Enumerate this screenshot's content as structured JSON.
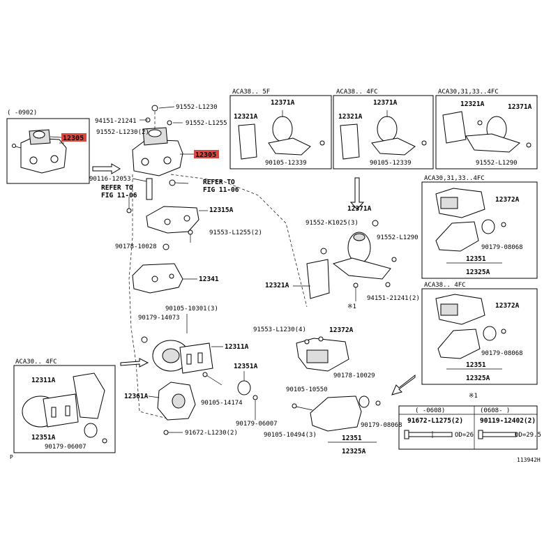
{
  "labels": {
    "period_main": "(     -0902)",
    "part_12305_a": "12305",
    "part_12305_b": "12305",
    "bolt_91552_l1230": "91552-L1230",
    "bolt_94151_21241": "94151-21241",
    "bolt_91552_l1255": "91552-L1255",
    "bolt_91552_l1230_2": "91552-L1230(2)",
    "bolt_90116_12053": "90116-12053",
    "refer_to_left_1": "REFER TO",
    "refer_to_left_2": "FIG 11-06",
    "refer_to_right_1": "REFER TO",
    "refer_to_right_2": "FIG 11-06",
    "part_12315a": "12315A",
    "bolt_91553_l1255": "91553-L1255(2)",
    "bolt_90178_10028": "90178-10028",
    "part_12341": "12341",
    "bolt_90105_10301": "90105-10301(3)",
    "bolt_90179_14073": "90179-14073",
    "part_12311a_main": "12311A",
    "part_12351a_main": "12351A",
    "part_12361a": "12361A",
    "bolt_90105_14174": "90105-14174",
    "bolt_90179_06007": "90179-06007",
    "bolt_91672_l1230": "91672-L1230(2)",
    "bolt_91553_l1230": "91553-L1230(4)",
    "part_12372a_main": "12372A",
    "bolt_90178_10029": "90178-10029",
    "bolt_90105_10550": "90105-10550",
    "bolt_90105_10494": "90105-10494(3)",
    "bolt_90179_08068_main": "90179-08068",
    "part_12351_main": "12351",
    "part_12325a_main": "12325A",
    "part_12371a_mid": "12371A",
    "bolt_91552_k1025": "91552-K1025(3)",
    "bolt_91552_l1290_mid": "91552-L1290",
    "part_12321a_mid": "12321A",
    "bolt_94151_21241_2": "94151-21241(2)",
    "note_mark_1": "※1",
    "note_mark_2": "※1",
    "corner_p": "P",
    "figure_id": "113942H"
  },
  "box1": {
    "title": "ACA38.. 5F",
    "part_12371a": "12371A",
    "part_12321a": "12321A",
    "bolt": "90105-12339"
  },
  "box2": {
    "title": "ACA38.. 4FC",
    "part_12371a": "12371A",
    "part_12321a": "12321A",
    "bolt": "90105-12339"
  },
  "box3": {
    "title": "ACA30,31,33..4FC",
    "part_12321a": "12321A",
    "part_12371a": "12371A",
    "bolt": "91552-L1290"
  },
  "box4": {
    "title": "ACA30,31,33..4FC",
    "part_12372a": "12372A",
    "bolt": "90179-08068",
    "part_12351": "12351",
    "part_12325a": "12325A"
  },
  "box5": {
    "title": "ACA38.. 4FC",
    "part_12372a": "12372A",
    "bolt": "90179-08068",
    "part_12351": "12351",
    "part_12325a": "12325A"
  },
  "box6": {
    "title": "ACA30.. 4FC",
    "part_12311a": "12311A",
    "part_12351a": "12351A",
    "bolt": "90179-06007"
  },
  "box7": {
    "col1_head": "(      -0608)",
    "col2_head": "(0608-      )",
    "col1_part": "91672-L1275(2)",
    "col2_part": "90119-12402(2)",
    "col1_od": "OD=26",
    "col2_od": "OD=29.5"
  },
  "colors": {
    "highlight": "#e0453c",
    "line": "#000000",
    "background": "#ffffff"
  }
}
